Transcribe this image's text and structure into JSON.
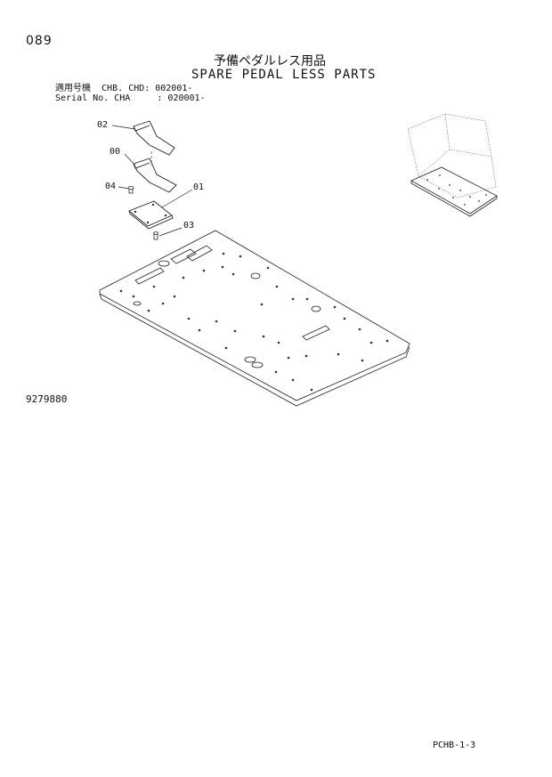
{
  "header": {
    "page_number": "089",
    "title_jp": "予備ペダルレス用品",
    "title_en": "SPARE PEDAL LESS PARTS"
  },
  "applicability": {
    "line1": "適用号機  CHB. CHD: 002001-",
    "line2": "Serial No. CHA     : 020001-"
  },
  "callouts": [
    "02",
    "00",
    "04",
    "01",
    "03"
  ],
  "footer": {
    "drawing_number": "9279880",
    "page_code": "PCHB-1-3"
  }
}
